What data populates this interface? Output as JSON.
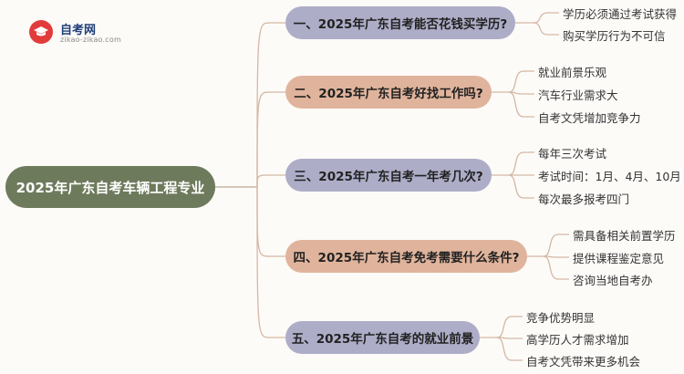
{
  "logo": {
    "name": "自考网",
    "url": "zikao-zikao.com"
  },
  "root": {
    "label": "2025年广东自考车辆工程专业",
    "color": "#6e7a5c"
  },
  "branches": [
    {
      "label": "一、2025年广东自考能否花钱买学历?",
      "color": "#adadc8",
      "leaves": [
        "学历必须通过考试获得",
        "购买学历行为不可信"
      ]
    },
    {
      "label": "二、2025年广东自考好找工作吗?",
      "color": "#e0b49c",
      "leaves": [
        "就业前景乐观",
        "汽车行业需求大",
        "自考文凭增加竞争力"
      ]
    },
    {
      "label": "三、2025年广东自考一年考几次?",
      "color": "#adadc8",
      "leaves": [
        "每年三次考试",
        "考试时间：1月、4月、10月",
        "每次最多报考四门"
      ]
    },
    {
      "label": "四、2025年广东自考免考需要什么条件?",
      "color": "#e0b49c",
      "leaves": [
        "需具备相关前置学历",
        "提供课程鉴定意见",
        "咨询当地自考办"
      ]
    },
    {
      "label": "五、2025年广东自考的就业前景",
      "color": "#adadc8",
      "leaves": [
        "竞争优势明显",
        "高学历人才需求增加",
        "自考文凭带来更多机会"
      ]
    }
  ]
}
